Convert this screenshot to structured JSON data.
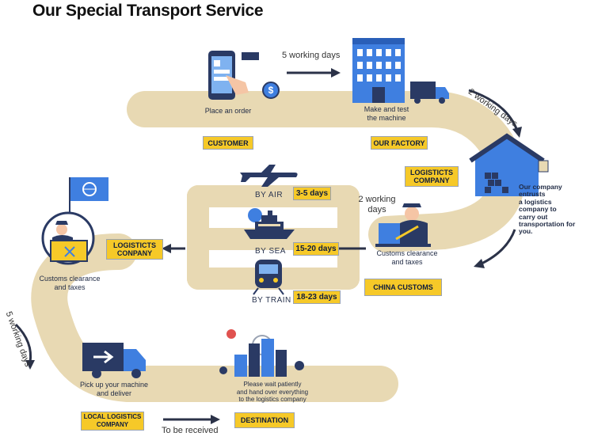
{
  "title": "Our Special Transport Service",
  "steps": {
    "place_order": "Place an order",
    "make_test": "Make and test\nthe machine",
    "entrusts": "Our company\nentrusts\na logistics\ncompany to\ncarry out\ntransportation for\nyou.",
    "customs_china": "Customs clearance\nand taxes",
    "customs_dest": "Customs clearance\nand taxes",
    "pick_up": "Pick up your machine\nand deliver",
    "wait": "Please wait patiently\nand hand over everything\nto the logistics company"
  },
  "badges": {
    "customer": "CUSTOMER",
    "factory": "OUR FACTORY",
    "logistics_1": "LOGISTICTS\nCOMPANY",
    "china_customs": "CHINA CUSTOMS",
    "logistics_2": "LOGISTICTS\nCONPANY",
    "local_logistics": "LOCAL LOGISTICS\nCOMPANY",
    "destination": "DESTINATION"
  },
  "durations": {
    "top": "5 working days",
    "right": "2 working days",
    "china": "2 working\ndays",
    "left": "5 working days",
    "received": "To be received"
  },
  "modes": {
    "air": {
      "label": "BY AIR",
      "days": "3-5 days"
    },
    "sea": {
      "label": "BY SEA",
      "days": "15-20 days"
    },
    "train": {
      "label": "BY TRAIN",
      "days": "18-23 days"
    }
  },
  "colors": {
    "road": "#e8d9b3",
    "badge": "#f6c928",
    "icon_blue": "#3f7fe0",
    "navy": "#1f2a44",
    "accent_red": "#e0524f"
  }
}
